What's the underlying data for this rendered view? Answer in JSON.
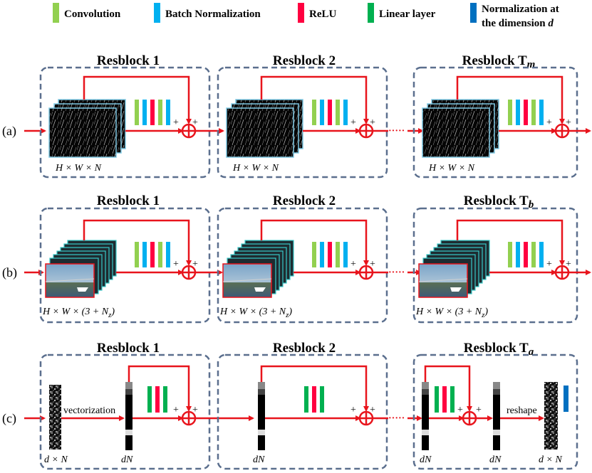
{
  "legend": [
    {
      "label": "Convolution",
      "color": "#92d050"
    },
    {
      "label": "Batch Normalization",
      "color": "#00b0f0"
    },
    {
      "label": "ReLU",
      "color": "#ff0040"
    },
    {
      "label": "Linear layer",
      "color": "#00b050"
    },
    {
      "label_line1": "Normalization at",
      "label_line2": "the dimension ",
      "label_var": "d",
      "color": "#0070c0"
    }
  ],
  "rows": [
    {
      "label": "(a)",
      "blocks": [
        {
          "title": "Resblock 1",
          "dim": "H × W × N"
        },
        {
          "title": "Resblock 2",
          "dim": "H × W × N"
        },
        {
          "title": "Resblock T",
          "sub": "m",
          "dim": "H × W × N"
        }
      ]
    },
    {
      "label": "(b)",
      "blocks": [
        {
          "title": "Resblock 1",
          "dim": "H × W × (3 + N",
          "dim_sub": "z",
          "dim_end": ")"
        },
        {
          "title": "Resblock 2",
          "dim": "H × W × (3 + N",
          "dim_sub": "z",
          "dim_end": ")"
        },
        {
          "title": "Resblock T",
          "sub": "b",
          "dim": "H × W × (3 + N",
          "dim_sub": "z",
          "dim_end": ")"
        }
      ]
    },
    {
      "label": "(c)",
      "blocks": [
        {
          "title": "Resblock 1",
          "in_dim": "d × N",
          "step": "vectorization",
          "out_dim": "dN"
        },
        {
          "title": "Resblock 2",
          "out_dim": "dN"
        },
        {
          "title": "Resblock T",
          "sub": "a",
          "in_dim": "dN",
          "mid_dim": "dN",
          "step": "reshape",
          "out_dim": "d × N"
        }
      ]
    }
  ],
  "plus": "+",
  "ellipsis": "·····"
}
